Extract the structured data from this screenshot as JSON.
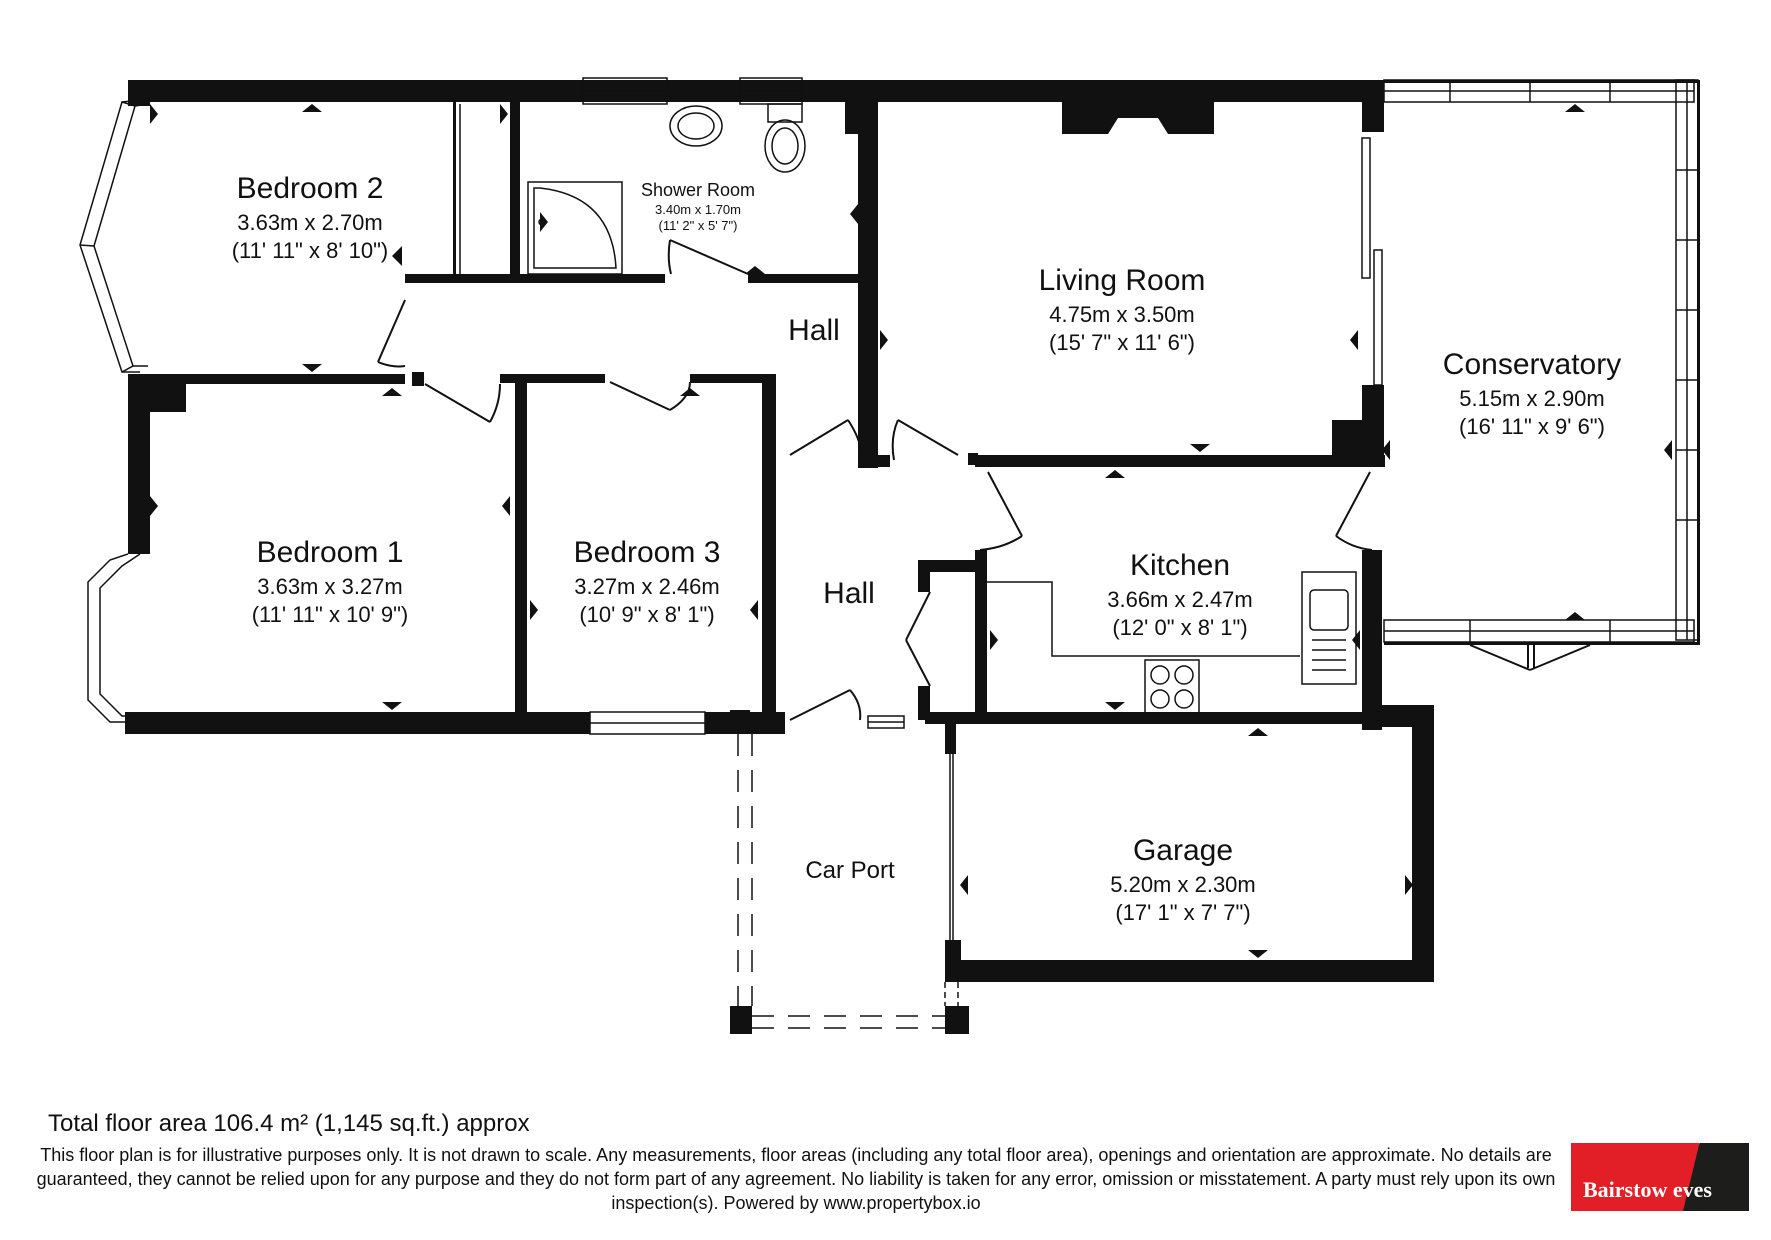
{
  "rooms": {
    "bedroom2": {
      "name": "Bedroom 2",
      "metric": "3.63m x 2.70m",
      "imperial": "(11' 11\" x 8' 10\")"
    },
    "shower": {
      "name": "Shower Room",
      "metric": "3.40m x 1.70m",
      "imperial": "(11' 2\" x 5' 7\")"
    },
    "living": {
      "name": "Living Room",
      "metric": "4.75m x 3.50m",
      "imperial": "(15' 7\" x 11' 6\")"
    },
    "conservatory": {
      "name": "Conservatory",
      "metric": "5.15m x 2.90m",
      "imperial": "(16' 11\" x 9' 6\")"
    },
    "bedroom1": {
      "name": "Bedroom 1",
      "metric": "3.63m x 3.27m",
      "imperial": "(11' 11\" x 10' 9\")"
    },
    "bedroom3": {
      "name": "Bedroom 3",
      "metric": "3.27m x 2.46m",
      "imperial": "(10' 9\" x 8' 1\")"
    },
    "kitchen": {
      "name": "Kitchen",
      "metric": "3.66m x 2.47m",
      "imperial": "(12' 0\" x 8' 1\")"
    },
    "garage": {
      "name": "Garage",
      "metric": "5.20m x 2.30m",
      "imperial": "(17' 1\" x 7' 7\")"
    },
    "hall_upper": {
      "name": "Hall"
    },
    "hall_lower": {
      "name": "Hall"
    },
    "carport": {
      "name": "Car Port"
    }
  },
  "footer": {
    "total_area": "Total floor area 106.4 m² (1,145 sq.ft.) approx",
    "disclaimer": "This floor plan is for illustrative purposes only. It is not drawn to scale. Any measurements, floor areas (including any total floor area), openings and orientation are approximate. No details are guaranteed, they cannot be relied upon for any purpose and they do not form part of any agreement. No liability is taken for any error, omission or misstatement. A party must rely upon its own inspection(s). Powered by www.propertybox.io"
  },
  "logo": {
    "brand_text": "Bairstow eves",
    "colors": {
      "red": "#e21f26",
      "black": "#1d1d1b"
    }
  },
  "colors": {
    "wall": "#111111",
    "line": "#111111"
  }
}
